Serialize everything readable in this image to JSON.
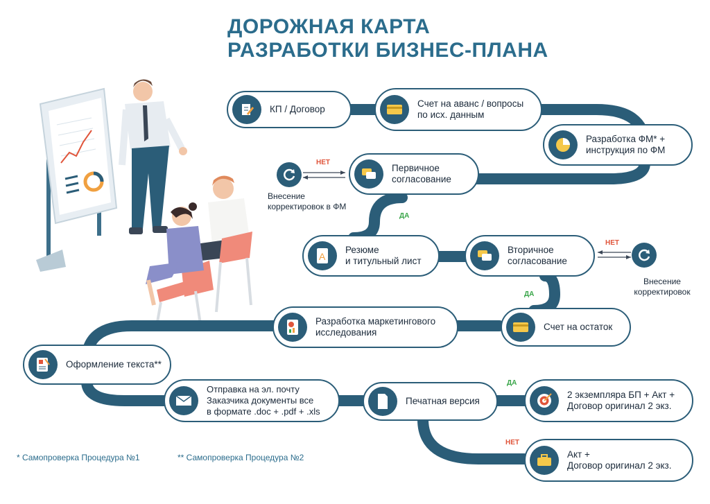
{
  "title_line1": "ДОРОЖНАЯ КАРТА",
  "title_line2": "РАЗРАБОТКИ БИЗНЕС-ПЛАНА",
  "steps": {
    "kp": "КП / Договор",
    "invoice_advance_1": "Счет на аванс / вопросы",
    "invoice_advance_2": "по исх. данным",
    "fm_1": "Разработка ФМ* +",
    "fm_2": "инструкция по ФМ",
    "primary_1": "Первичное",
    "primary_2": "согласование",
    "resume_1": "Резюме",
    "resume_2": "и титульный лист",
    "secondary_1": "Вторичное",
    "secondary_2": "согласование",
    "marketing_1": "Разработка маркетингового",
    "marketing_2": "исследования",
    "invoice_rest": "Счет на остаток",
    "text_design": "Оформление текста**",
    "email_1": "Отправка на эл. почту",
    "email_2": "Заказчика документы все",
    "email_3": "в формате .doc + .pdf + .xls",
    "print": "Печатная версия",
    "copies_1": "2 экземпляра БП + Акт +",
    "copies_2": "Договор оригинал 2 экз.",
    "act_1": "Акт +",
    "act_2": "Договор оригинал 2 экз."
  },
  "side": {
    "fm_corrections_1": "Внесение",
    "fm_corrections_2": "корректировок в ФМ",
    "corrections_1": "Внесение",
    "corrections_2": "корректировок"
  },
  "labels": {
    "yes": "ДА",
    "no": "НЕТ"
  },
  "footnotes": {
    "one": "* Самопроверка Процедура №1",
    "two": "** Самопроверка Процедура №2"
  },
  "colors": {
    "road": "#2b5d78",
    "title": "#2b6c8c",
    "yes": "#3aa64a",
    "no": "#e0553b"
  },
  "icons": {
    "kp": "contract-pen-icon",
    "invoice_advance": "card-icon",
    "fm": "pie-chart-icon",
    "primary": "chat-bubbles-icon",
    "resume": "document-letter-icon",
    "secondary": "chat-bubbles-icon",
    "marketing": "report-chart-icon",
    "invoice_rest": "card-icon",
    "text_design": "text-design-icon",
    "email": "envelope-icon",
    "print": "page-icon",
    "copies": "target-icon",
    "act": "briefcase-icon",
    "corrections": "refresh-icon"
  }
}
